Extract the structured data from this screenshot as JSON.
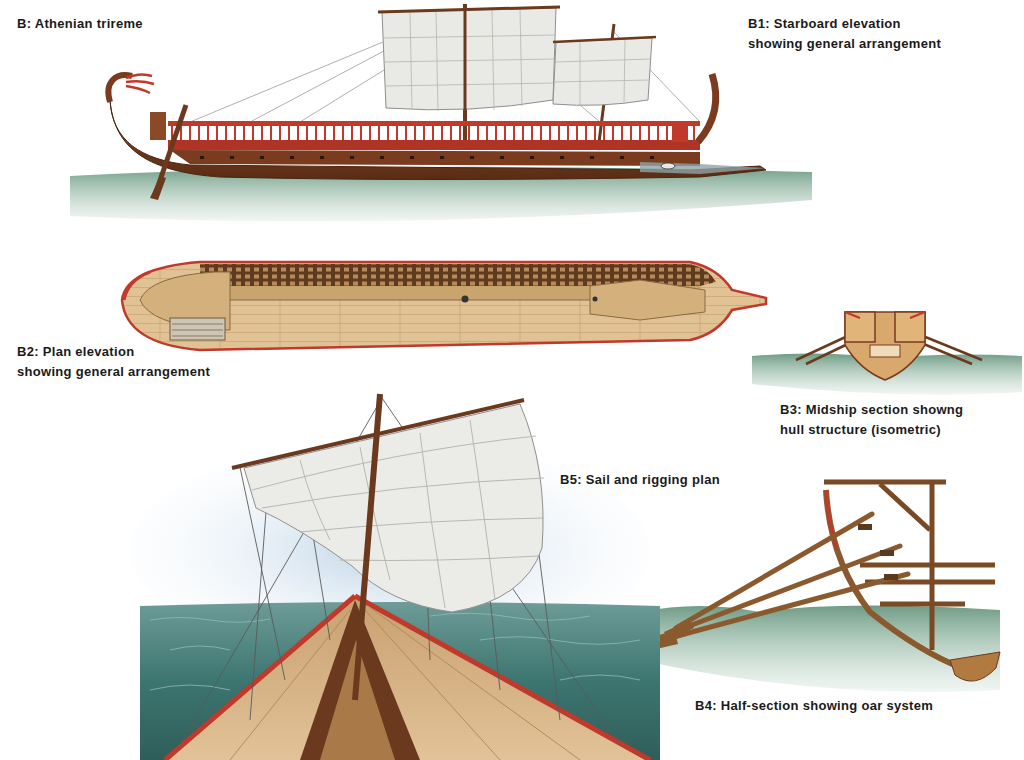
{
  "diagram": {
    "title": "B: Athenian trireme",
    "labels": [
      "B1: Starboard elevation showing general arrangement",
      "B2: Plan elevation showing general arrangement",
      "B3: Midship section showng hull structure (isometric)",
      "B5: Sail and rigging plan",
      "B4: Half-section showing oar system"
    ]
  }
}
